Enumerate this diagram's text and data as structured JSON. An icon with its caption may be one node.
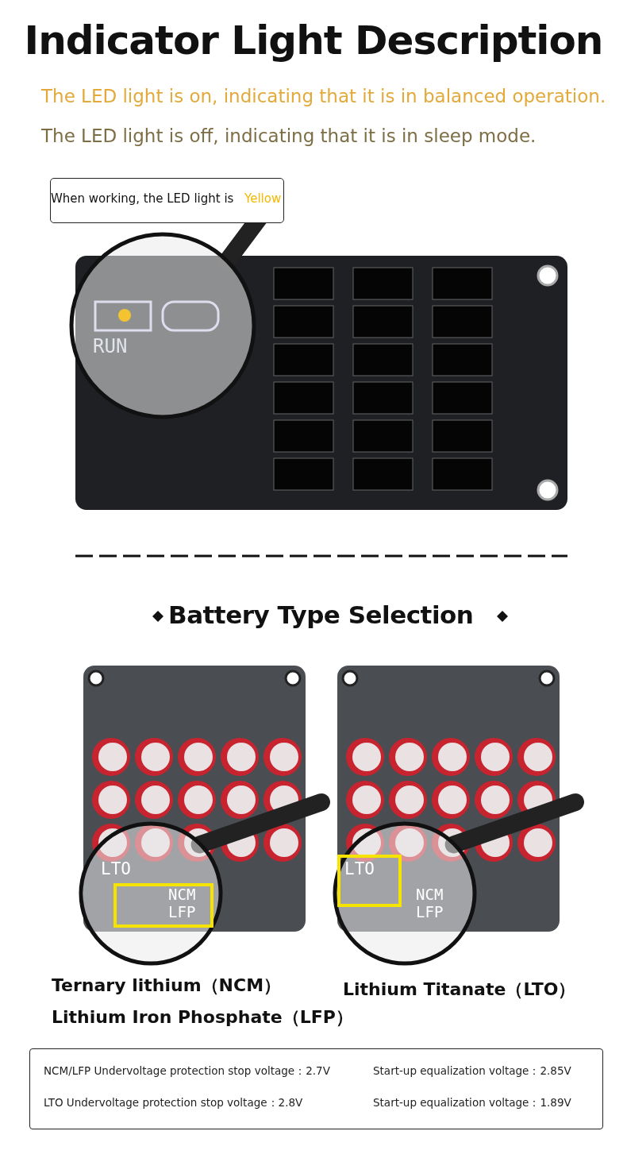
{
  "diagram": {
    "title": "Indicator Light Description",
    "nodes": [
      {
        "text": [
          "When working, the LED light is",
          "Yellow"
        ]
      },
      {
        "text": [
          "NCM/LFP Undervoltage protection stop voltage：2.7V",
          "Start-up equalization voltage：2.85V",
          "LTO Undervoltage protection stop voltage：2.8V",
          "Start-up equalization voltage：1.89V"
        ]
      }
    ],
    "edges": [],
    "labels": [
      "The LED light is on, indicating that it is in balanced operation.",
      "The LED light is off, indicating that it is in sleep mode.",
      "RUN",
      "Battery Type Selection",
      "LTO",
      "NCM",
      "LFP",
      "LTO",
      "NCM",
      "LFP",
      "Ternary lithium（NCM）",
      "Lithium Iron Phosphate（LFP）",
      "Lithium Titanate（LTO）"
    ]
  }
}
